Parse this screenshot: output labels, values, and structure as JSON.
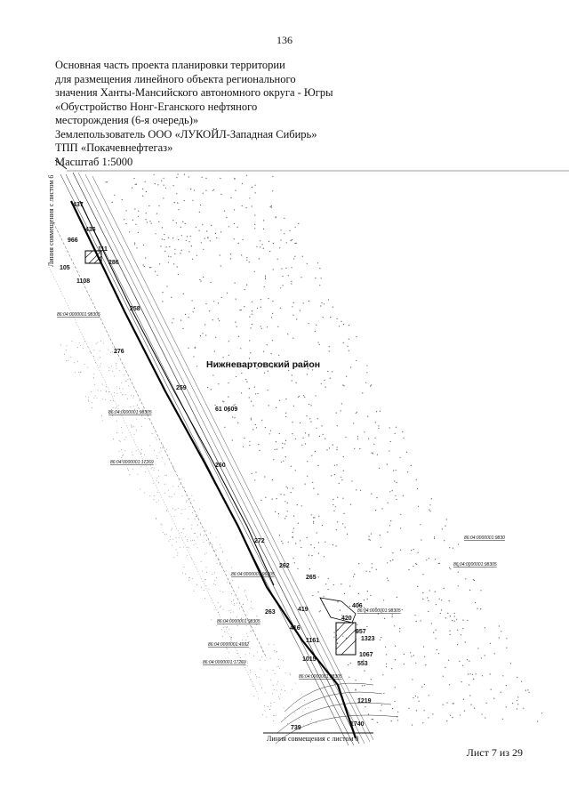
{
  "page_number": "136",
  "header": {
    "lines": [
      "Основная часть проекта планировки территории",
      "для размещения линейного объекта регионального",
      "значения Ханты-Мансийского автономного округа - Югры",
      "«Обустройство Нонг-Еганского нефтяного",
      "месторождения (6-я очередь)»",
      "Землепользователь ООО «ЛУКОЙЛ-Западная Сибирь»",
      "ТПП «Покачевнефтегаз»",
      "Масштаб 1:5000"
    ]
  },
  "map": {
    "district": "Нижневартовский район",
    "top_match_line": "Линия совмещения с листом 6",
    "bottom_match_line": "Линия совмещения с листом 8",
    "point_labels": [
      "437",
      "436",
      "966",
      "111",
      "286",
      "105",
      "1108",
      "258",
      "276",
      "259",
      "61 0609",
      "260",
      "272",
      "262",
      "265",
      "406",
      "419",
      "420",
      "263",
      "957",
      "416",
      "1161",
      "1323",
      "1067",
      "1015",
      "553",
      "1219",
      "739",
      "1740"
    ],
    "cadastral_labels": [
      "86:04:0000001:98305",
      "86:04:0000001:98305",
      "86:04:0000001:17269",
      "86:04:0000001:96305",
      "86:04:0000001:9830",
      "86:04:0000001:98305",
      "86:04:0000001:98305",
      "86:04:0000001:98305",
      "86:04:0000001:4992",
      "86:04:0000001:17269",
      "86:04:0000001:98305"
    ]
  },
  "footer": "Лист 7 из 29"
}
